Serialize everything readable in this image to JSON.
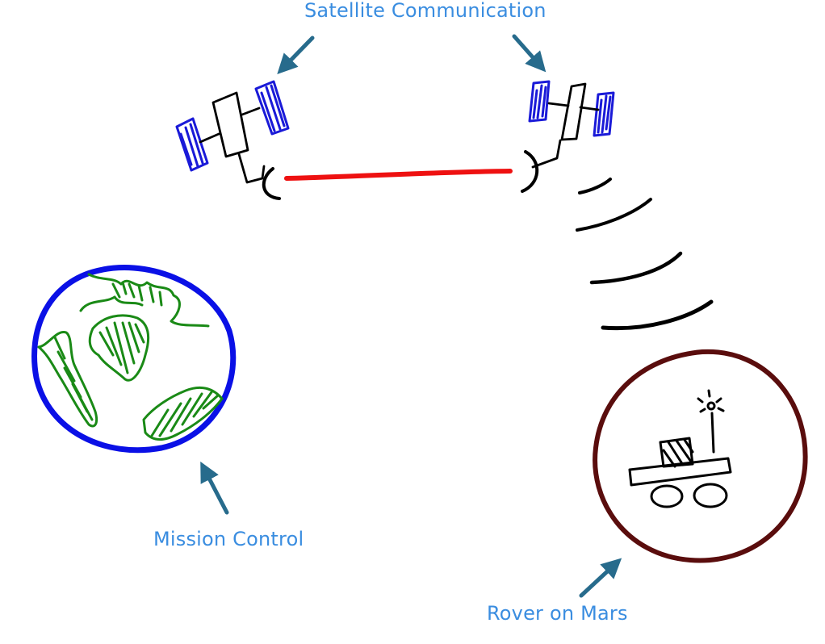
{
  "labels": {
    "satellite_communication": "Satellite Communication",
    "mission_control": "Mission Control",
    "rover_on_mars": "Rover on Mars"
  },
  "colors": {
    "label_text": "#3a8de0",
    "arrow": "#276b8c",
    "earth_outline": "#0a10e6",
    "earth_land": "#1a8a16",
    "mars_outline": "#5a0d0d",
    "satellite_panel": "#1a1ad8",
    "link_line": "#ee1111",
    "ink": "#000000"
  },
  "icons": {
    "earth": "earth-icon",
    "mars": "mars-icon",
    "rover": "rover-icon",
    "satellite_left": "satellite-icon",
    "satellite_right": "satellite-icon",
    "signal_waves": "signal-waves-icon",
    "link": "communication-link-icon"
  }
}
